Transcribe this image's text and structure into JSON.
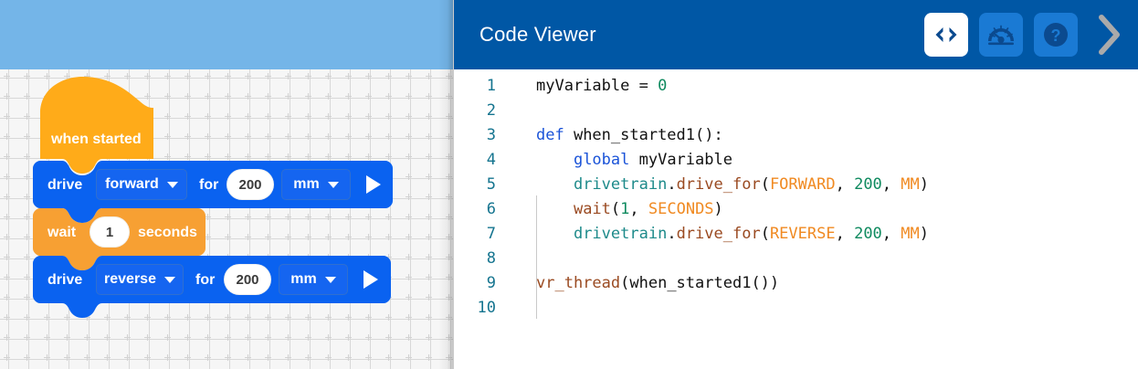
{
  "workspace": {
    "name": "blocks-workspace",
    "topbar_color": "#74b5e8",
    "canvas_color": "#f6f6f6",
    "blocks": [
      {
        "id": "when-started",
        "type": "hat",
        "color": "#ffab19",
        "label": "when started"
      },
      {
        "id": "drive-forward",
        "type": "stack",
        "color": "#0a62f0",
        "label": "drive",
        "direction": "forward",
        "mid_label": "for",
        "value": "200",
        "unit": "mm",
        "has_play": true
      },
      {
        "id": "wait-1-seconds",
        "type": "stack",
        "color": "#f7a033",
        "label": "wait",
        "value": "1",
        "trail_label": "seconds",
        "has_play": false
      },
      {
        "id": "drive-reverse",
        "type": "stack",
        "color": "#0a62f0",
        "label": "drive",
        "direction": "reverse",
        "mid_label": "for",
        "value": "200",
        "unit": "mm",
        "has_play": true
      }
    ]
  },
  "code_viewer": {
    "title": "Code Viewer",
    "header_color": "#0057a5",
    "tools": [
      {
        "id": "code-view",
        "icon": "code-brackets-icon",
        "active": true
      },
      {
        "id": "dashboard-view",
        "icon": "gauge-icon",
        "active": false
      },
      {
        "id": "help",
        "icon": "question-mark-icon",
        "active": false
      },
      {
        "id": "collapse-panel",
        "icon": "chevron-right-icon",
        "active": false
      }
    ],
    "line_numbers": [
      "1",
      "2",
      "3",
      "4",
      "5",
      "6",
      "7",
      "8",
      "9",
      "10"
    ],
    "lines": [
      "myVariable = 0",
      "",
      "def when_started1():",
      "    global myVariable",
      "    drivetrain.drive_for(FORWARD, 200, MM)",
      "    wait(1, SECONDS)",
      "    drivetrain.drive_for(REVERSE, 200, MM)",
      "",
      "vr_thread(when_started1())",
      ""
    ],
    "syntax_colors": {
      "keyword": "#1a53d8",
      "number": "#0f8a5f",
      "object": "#1d8a8a",
      "function": "#9a4a21",
      "constant": "#f08a22",
      "plain": "#111111",
      "line_number": "#14748f"
    }
  }
}
